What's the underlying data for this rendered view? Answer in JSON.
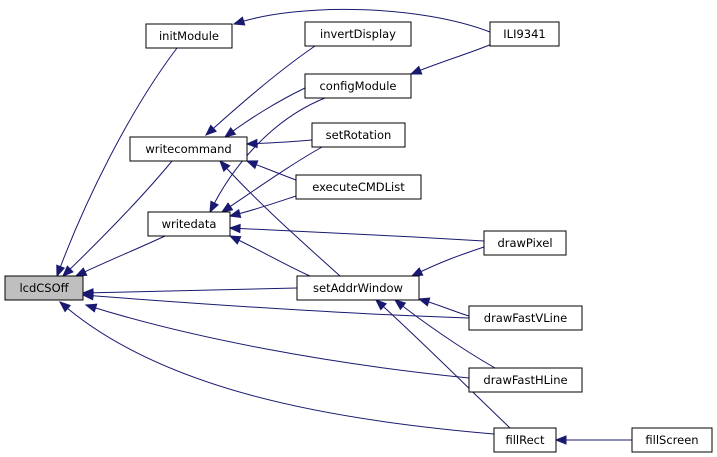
{
  "nodes": [
    {
      "id": "lcdCSOff",
      "label": "lcdCSOff",
      "root": true
    },
    {
      "id": "initModule",
      "label": "initModule"
    },
    {
      "id": "writecommand",
      "label": "writecommand"
    },
    {
      "id": "writedata",
      "label": "writedata"
    },
    {
      "id": "invertDisplay",
      "label": "invertDisplay"
    },
    {
      "id": "configModule",
      "label": "configModule"
    },
    {
      "id": "setRotation",
      "label": "setRotation"
    },
    {
      "id": "executeCMDList",
      "label": "executeCMDList"
    },
    {
      "id": "setAddrWindow",
      "label": "setAddrWindow"
    },
    {
      "id": "ILI9341",
      "label": "ILI9341"
    },
    {
      "id": "drawPixel",
      "label": "drawPixel"
    },
    {
      "id": "drawFastVLine",
      "label": "drawFastVLine"
    },
    {
      "id": "drawFastHLine",
      "label": "drawFastHLine"
    },
    {
      "id": "fillRect",
      "label": "fillRect"
    },
    {
      "id": "fillScreen",
      "label": "fillScreen"
    }
  ],
  "edges": [
    {
      "from": "initModule",
      "to": "lcdCSOff"
    },
    {
      "from": "writecommand",
      "to": "lcdCSOff"
    },
    {
      "from": "writedata",
      "to": "lcdCSOff"
    },
    {
      "from": "setAddrWindow",
      "to": "lcdCSOff"
    },
    {
      "from": "drawFastVLine",
      "to": "lcdCSOff"
    },
    {
      "from": "drawFastHLine",
      "to": "lcdCSOff"
    },
    {
      "from": "fillRect",
      "to": "lcdCSOff"
    },
    {
      "from": "ILI9341",
      "to": "initModule"
    },
    {
      "from": "invertDisplay",
      "to": "writecommand"
    },
    {
      "from": "configModule",
      "to": "writecommand"
    },
    {
      "from": "setRotation",
      "to": "writecommand"
    },
    {
      "from": "executeCMDList",
      "to": "writecommand"
    },
    {
      "from": "setAddrWindow",
      "to": "writecommand"
    },
    {
      "from": "configModule",
      "to": "writedata"
    },
    {
      "from": "setRotation",
      "to": "writedata"
    },
    {
      "from": "executeCMDList",
      "to": "writedata"
    },
    {
      "from": "drawPixel",
      "to": "writedata"
    },
    {
      "from": "setAddrWindow",
      "to": "writedata"
    },
    {
      "from": "ILI9341",
      "to": "configModule"
    },
    {
      "from": "drawPixel",
      "to": "setAddrWindow"
    },
    {
      "from": "drawFastVLine",
      "to": "setAddrWindow"
    },
    {
      "from": "drawFastHLine",
      "to": "setAddrWindow"
    },
    {
      "from": "fillRect",
      "to": "setAddrWindow"
    },
    {
      "from": "fillScreen",
      "to": "fillRect"
    }
  ],
  "colors": {
    "edge": "#191970",
    "root_fill": "#bfbfbf",
    "node_fill": "#ffffff",
    "node_border": "#000000"
  }
}
